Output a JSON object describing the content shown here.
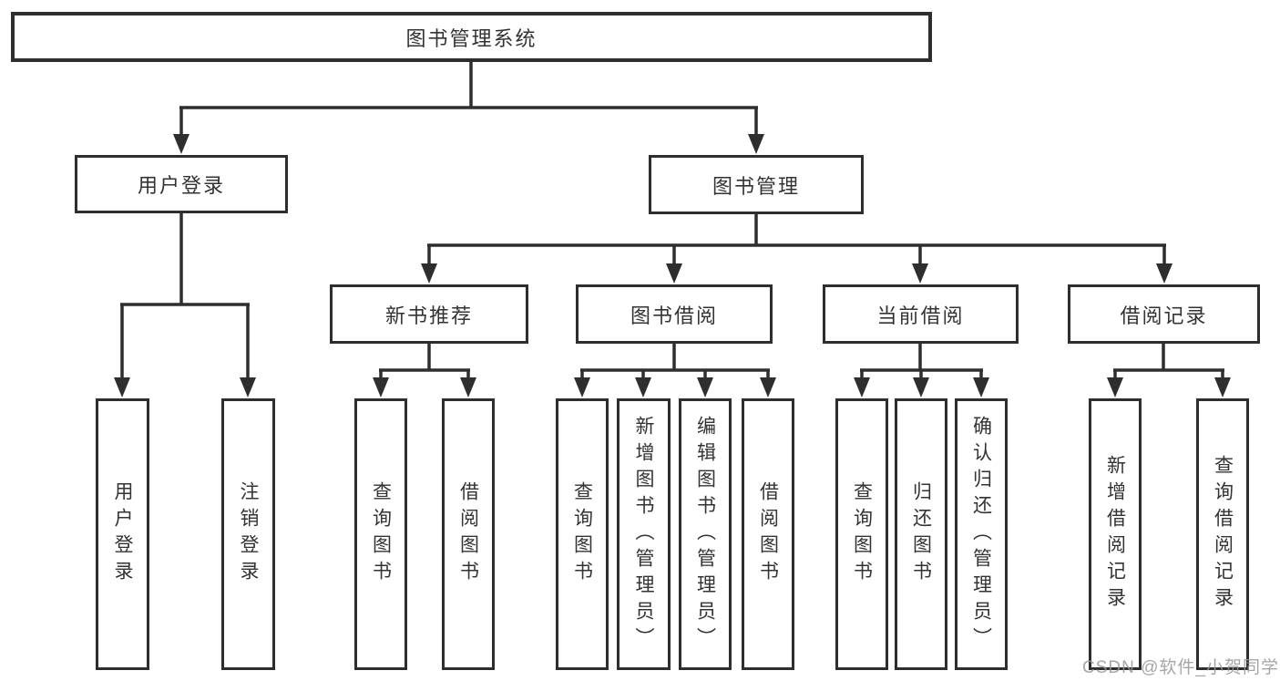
{
  "tree": {
    "label": "图书管理系统",
    "children": [
      {
        "label": "用户登录",
        "children": [
          {
            "label": "用户登录"
          },
          {
            "label": "注销登录"
          }
        ]
      },
      {
        "label": "图书管理",
        "children": [
          {
            "label": "新书推荐",
            "children": [
              {
                "label": "查询图书"
              },
              {
                "label": "借阅图书"
              }
            ]
          },
          {
            "label": "图书借阅",
            "children": [
              {
                "label": "查询图书"
              },
              {
                "label": "新增图书（管理员）"
              },
              {
                "label": "编辑图书（管理员）"
              },
              {
                "label": "借阅图书"
              }
            ]
          },
          {
            "label": "当前借阅",
            "children": [
              {
                "label": "查询图书"
              },
              {
                "label": "归还图书"
              },
              {
                "label": "确认归还（管理员）"
              }
            ]
          },
          {
            "label": "借阅记录",
            "children": [
              {
                "label": "新增借阅记录"
              },
              {
                "label": "查询借阅记录"
              }
            ]
          }
        ]
      }
    ]
  },
  "watermark": "CSDN @软件_小贺同学",
  "colors": {
    "line": "#2e2e2e",
    "text": "#333333",
    "watermark": "#a0a0a0",
    "background": "#ffffff"
  }
}
